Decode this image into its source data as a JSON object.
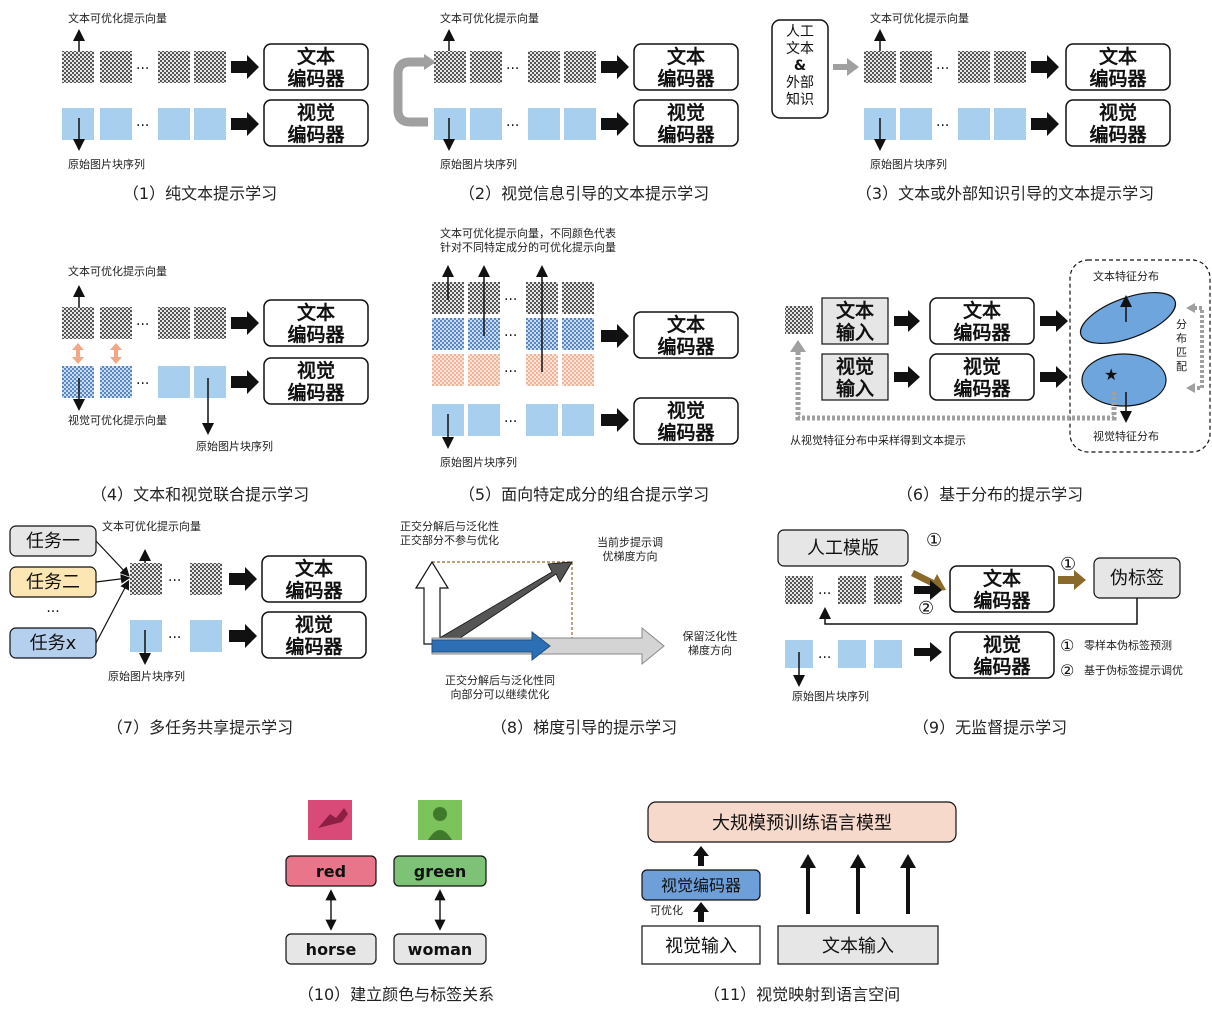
{
  "labels": {
    "text_prompt_vec": "文本可优化提示向量",
    "orig_patches": "原始图片块序列",
    "visual_prompt_vec": "视觉可优化提示向量",
    "text_encoder": "文本\n编码器",
    "visual_encoder": "视觉\n编码器",
    "dots": "···",
    "manual_knowledge": "人工\n文本\n&\n外部\n知识",
    "p5_note": "文本可优化提示向量，不同颜色代表\n针对不同特定成分的可优化提示向量",
    "text_input": "文本\n输入",
    "visual_input": "视觉\n输入",
    "text_feat_dist": "文本特征分布",
    "visual_feat_dist": "视觉特征分布",
    "dist_match": "分\n布\n匹\n配",
    "sample_note": "从视觉特征分布中采样得到文本提示",
    "task1": "任务一",
    "task2": "任务二",
    "taskx": "任务x",
    "vdots": "···",
    "orth_not_opt": "正交分解后与泛化性\n正交部分不参与优化",
    "cur_grad": "当前步提示调\n优梯度方向",
    "keep_grad": "保留泛化性\n梯度方向",
    "cont_opt": "正交分解后与泛化性同\n向部分可以继续优化",
    "manual_template": "人工模版",
    "pseudo_label": "伪标签",
    "circle1": "①",
    "circle2": "②",
    "zero_shot": "零样本伪标签预测",
    "pseudo_tune": "基于伪标签提示调优",
    "red": "red",
    "green": "green",
    "horse": "horse",
    "woman": "woman",
    "llm": "大规模预训练语言模型",
    "visual_encoder_inline": "视觉编码器",
    "optimizable": "可优化",
    "visual_input_inline": "视觉输入",
    "text_input_inline": "文本输入"
  },
  "captions": [
    "（1）纯文本提示学习",
    "（2）视觉信息引导的文本提示学习",
    "（3）文本或外部知识引导的文本提示学习",
    "（4）文本和视觉联合提示学习",
    "（5）面向特定成分的组合提示学习",
    "（6）基于分布的提示学习",
    "（7）多任务共享提示学习",
    "（8）梯度引导的提示学习",
    "（9）无监督提示学习",
    "（10）建立颜色与标签关系",
    "（11）视觉映射到语言空间"
  ],
  "colors": {
    "patch_blue": "#a9cfee",
    "checker_dark": "#555555",
    "checker_light": "#e6e6e6",
    "checker_blue": "#7ea7d8",
    "checker_pink": "#f3c6b2",
    "grey_arrow": "#a0a0a0",
    "orange_arrow": "#f2a787",
    "gold_arrow": "#8a6a2a",
    "llm_fill": "#f7d9cc",
    "visual_enc_fill": "#6f9fd8",
    "red_label": "#e8758a",
    "green_label": "#7dc276",
    "task1_fill": "#e6e6e6",
    "task2_fill": "#fbe6b4",
    "taskx_fill": "#b5d0ee",
    "ellipse_fill": "#6fa5dd",
    "grad_blue": "#2c6fb5",
    "grad_dark": "#555555"
  }
}
